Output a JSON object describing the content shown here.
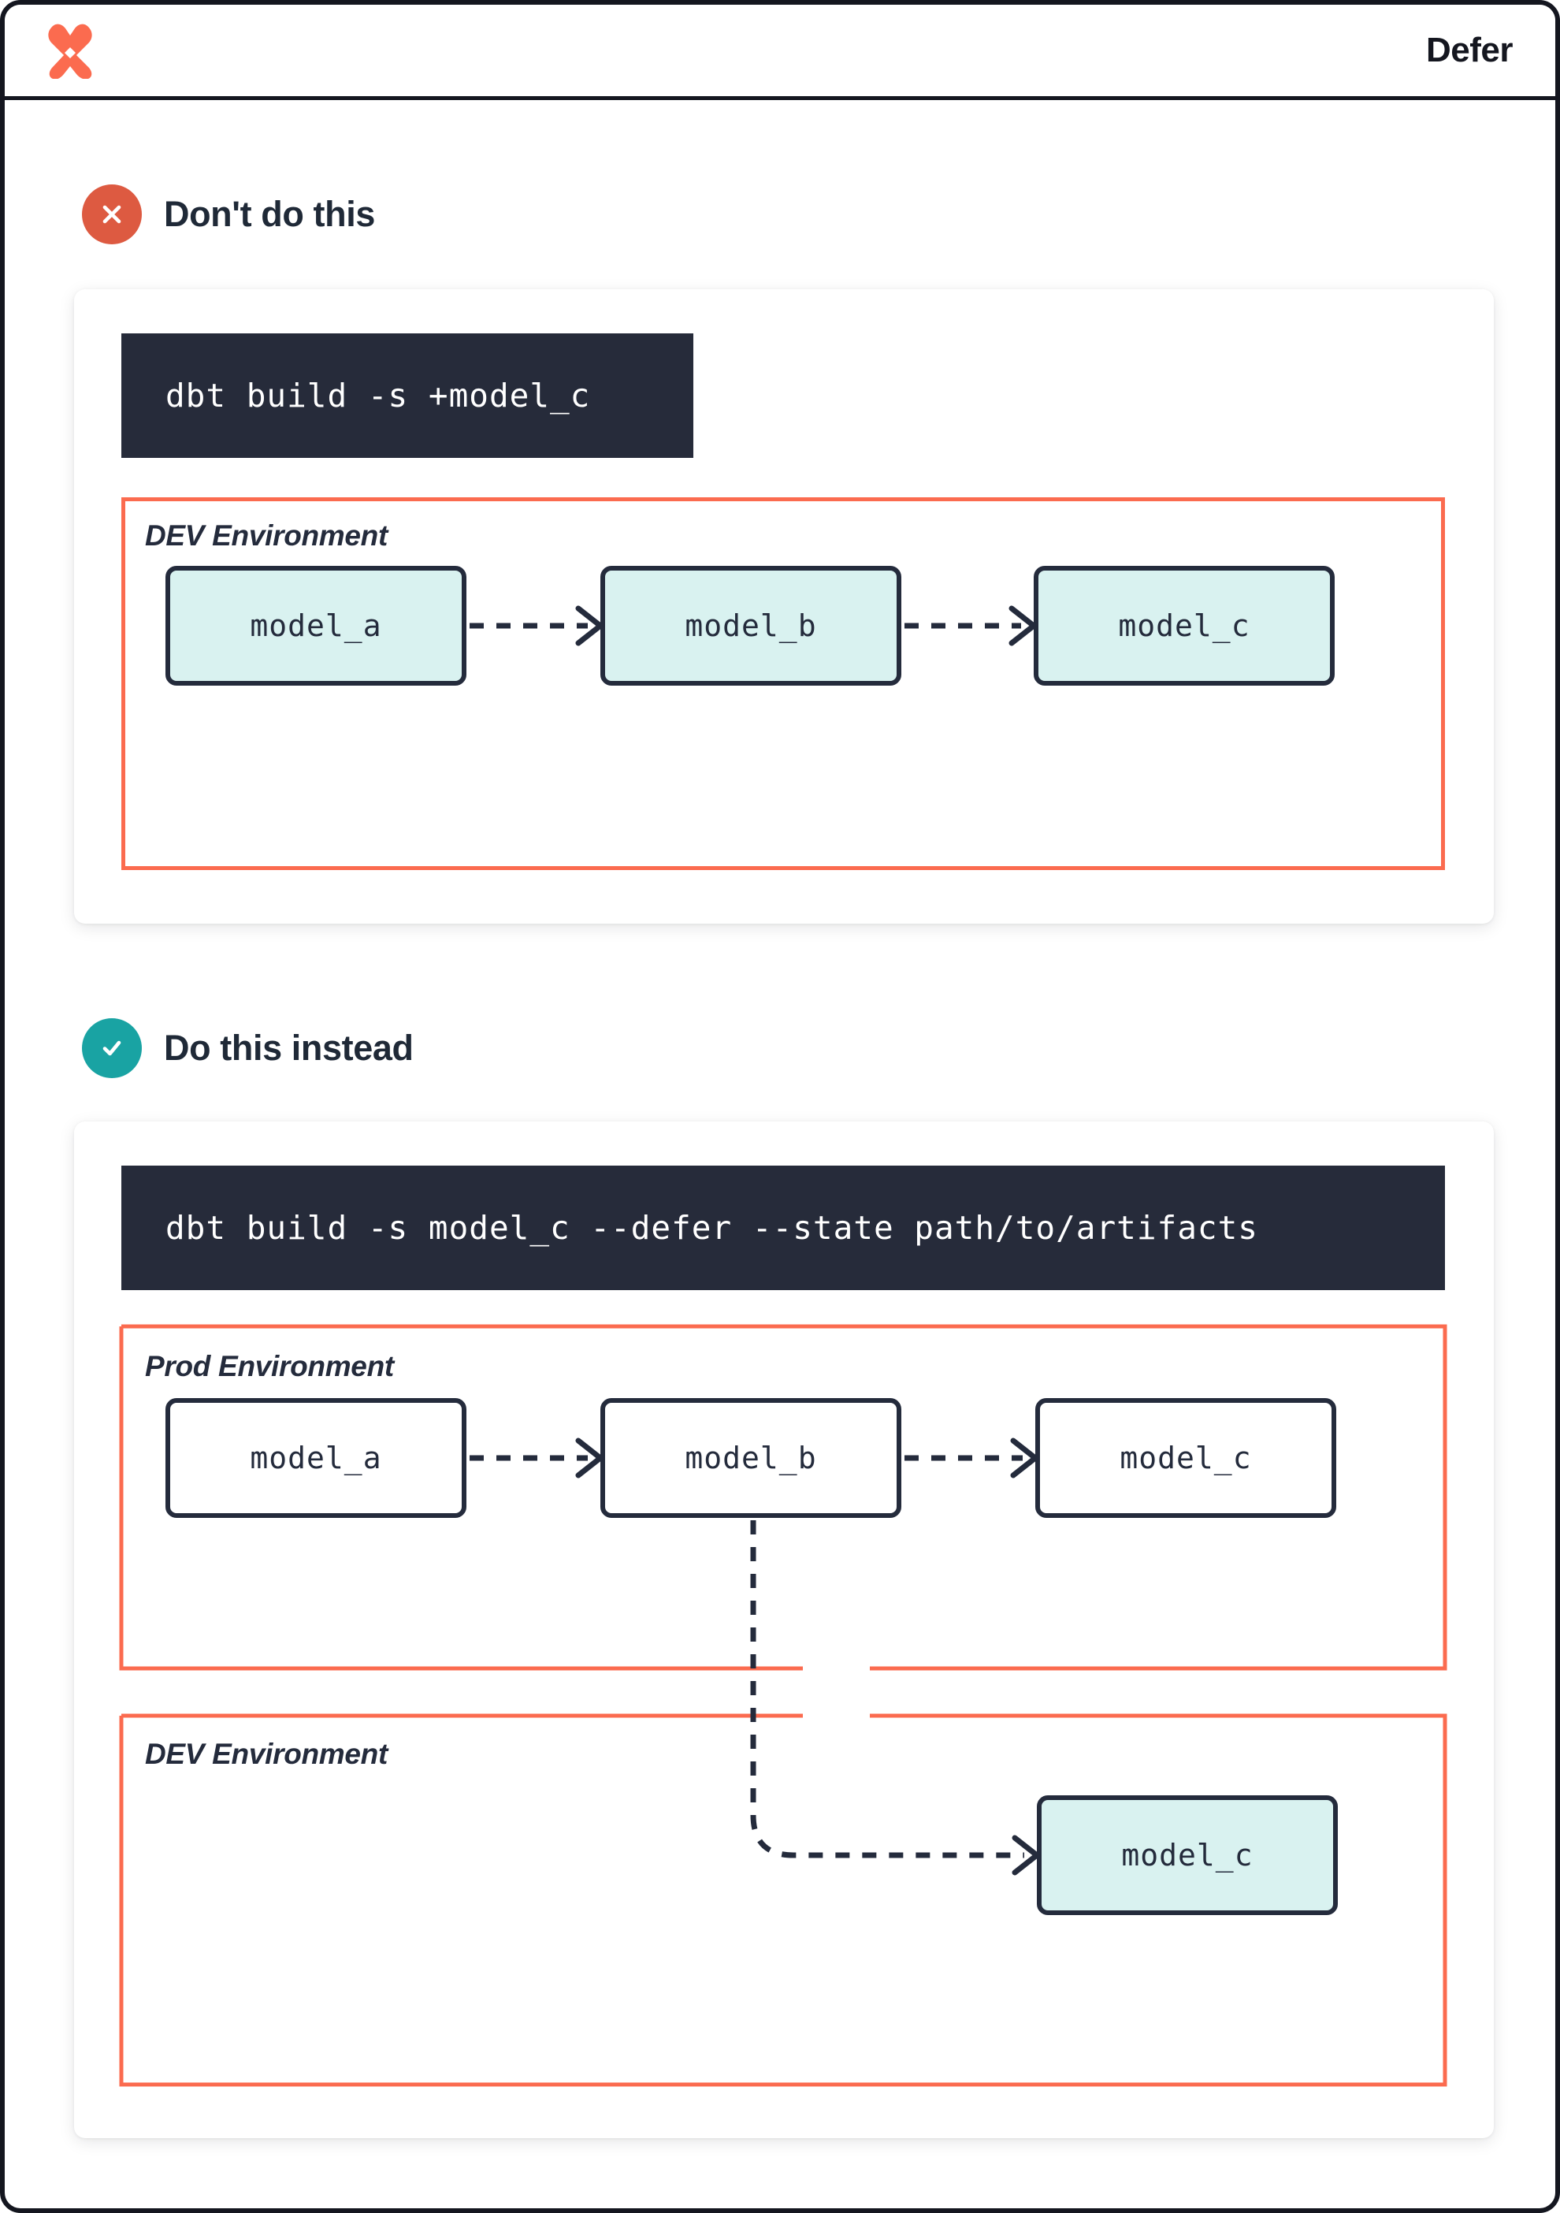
{
  "header": {
    "title": "Defer",
    "logo_icon": "dbt-logo-icon"
  },
  "sections": [
    {
      "id": "dont",
      "badge_icon": "x-circle-icon",
      "badge_color": "#dd5a41",
      "title": "Don't do this",
      "command": "dbt build -s +model_c",
      "environments": [
        {
          "label": "DEV Environment",
          "style": "dev",
          "models": [
            "model_a",
            "model_b",
            "model_c"
          ]
        }
      ]
    },
    {
      "id": "do",
      "badge_icon": "check-circle-icon",
      "badge_color": "#19a3a3",
      "title": "Do this instead",
      "command": "dbt build -s model_c --defer --state path/to/artifacts",
      "environments": [
        {
          "label": "Prod Environment",
          "style": "prod",
          "models": [
            "model_a",
            "model_b",
            "model_c"
          ]
        },
        {
          "label": "DEV Environment",
          "style": "dev",
          "models": [
            "model_c"
          ]
        }
      ]
    }
  ],
  "colors": {
    "accent_orange": "#fb6b4f",
    "badge_red": "#dd5a41",
    "badge_teal": "#19a3a3",
    "ink": "#242b3c",
    "code_bg": "#262b3a",
    "model_dev_fill": "#d9f2f0",
    "model_prod_fill": "#ffffff"
  }
}
